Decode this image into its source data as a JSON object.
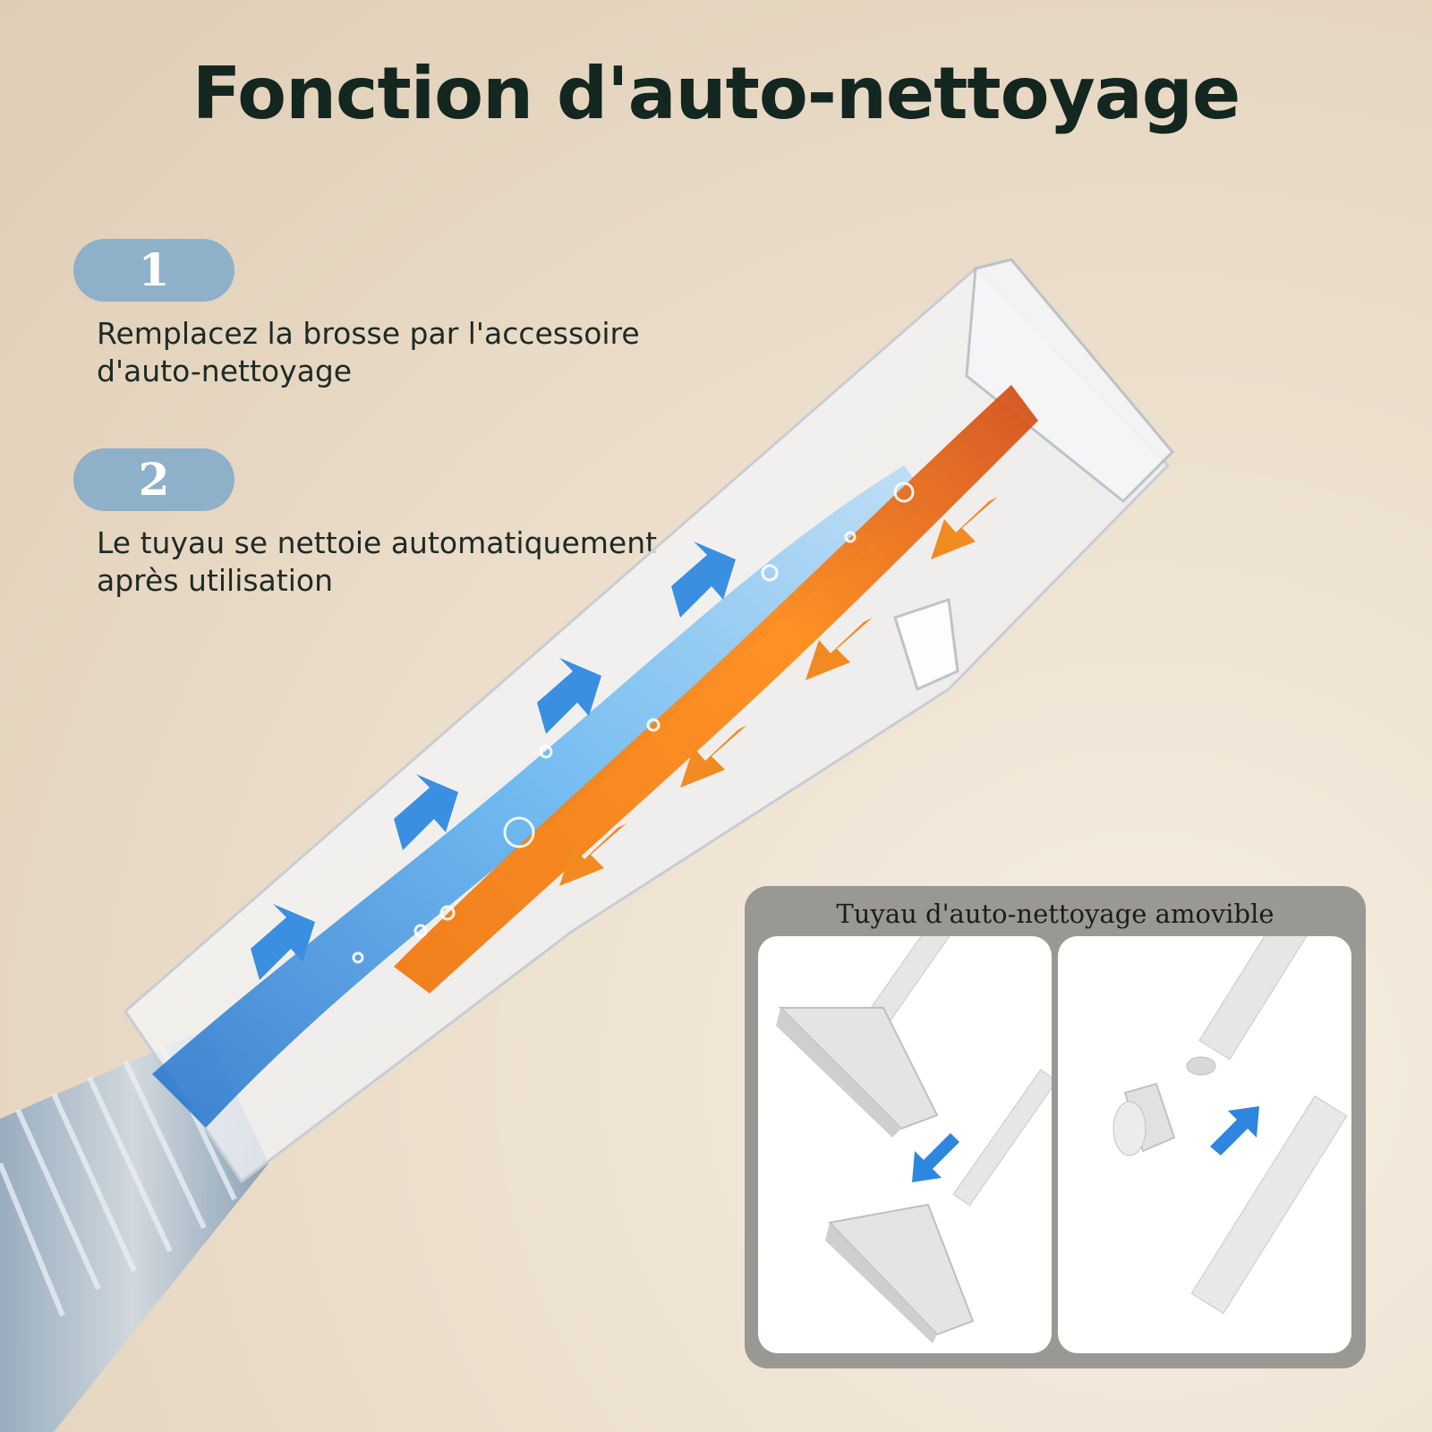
{
  "title": "Fonction d'auto-nettoyage",
  "steps": [
    {
      "number": "1",
      "text": "Remplacez la brosse par l'accessoire d'auto-nettoyage"
    },
    {
      "number": "2",
      "text": "Le tuyau se nettoie automatiquement après utilisation"
    }
  ],
  "inset": {
    "title": "Tuyau d'auto-nettoyage amovible"
  },
  "icons": {
    "blue_arrow": "arrow-up-right-icon",
    "orange_arrow": "arrow-down-left-icon"
  },
  "colors": {
    "title": "#13261f",
    "badge": "#8fb0c9",
    "blue_flow": "#3a8fe0",
    "orange_flow": "#f07a12",
    "panel": "#9a9893"
  }
}
